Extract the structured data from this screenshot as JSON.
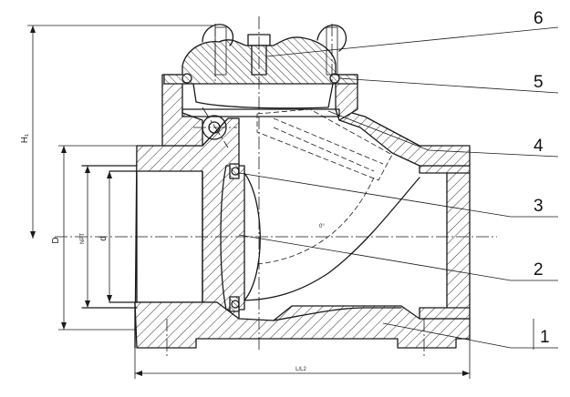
{
  "part_numbers": [
    "1",
    "2",
    "3",
    "4",
    "5",
    "6"
  ],
  "dimensions": {
    "height": "H₁",
    "outer_diameter": "D",
    "thread": "NPT",
    "bore": "d",
    "length": "L/L2"
  },
  "line_color": "#1a1a1a",
  "background": "#ffffff"
}
